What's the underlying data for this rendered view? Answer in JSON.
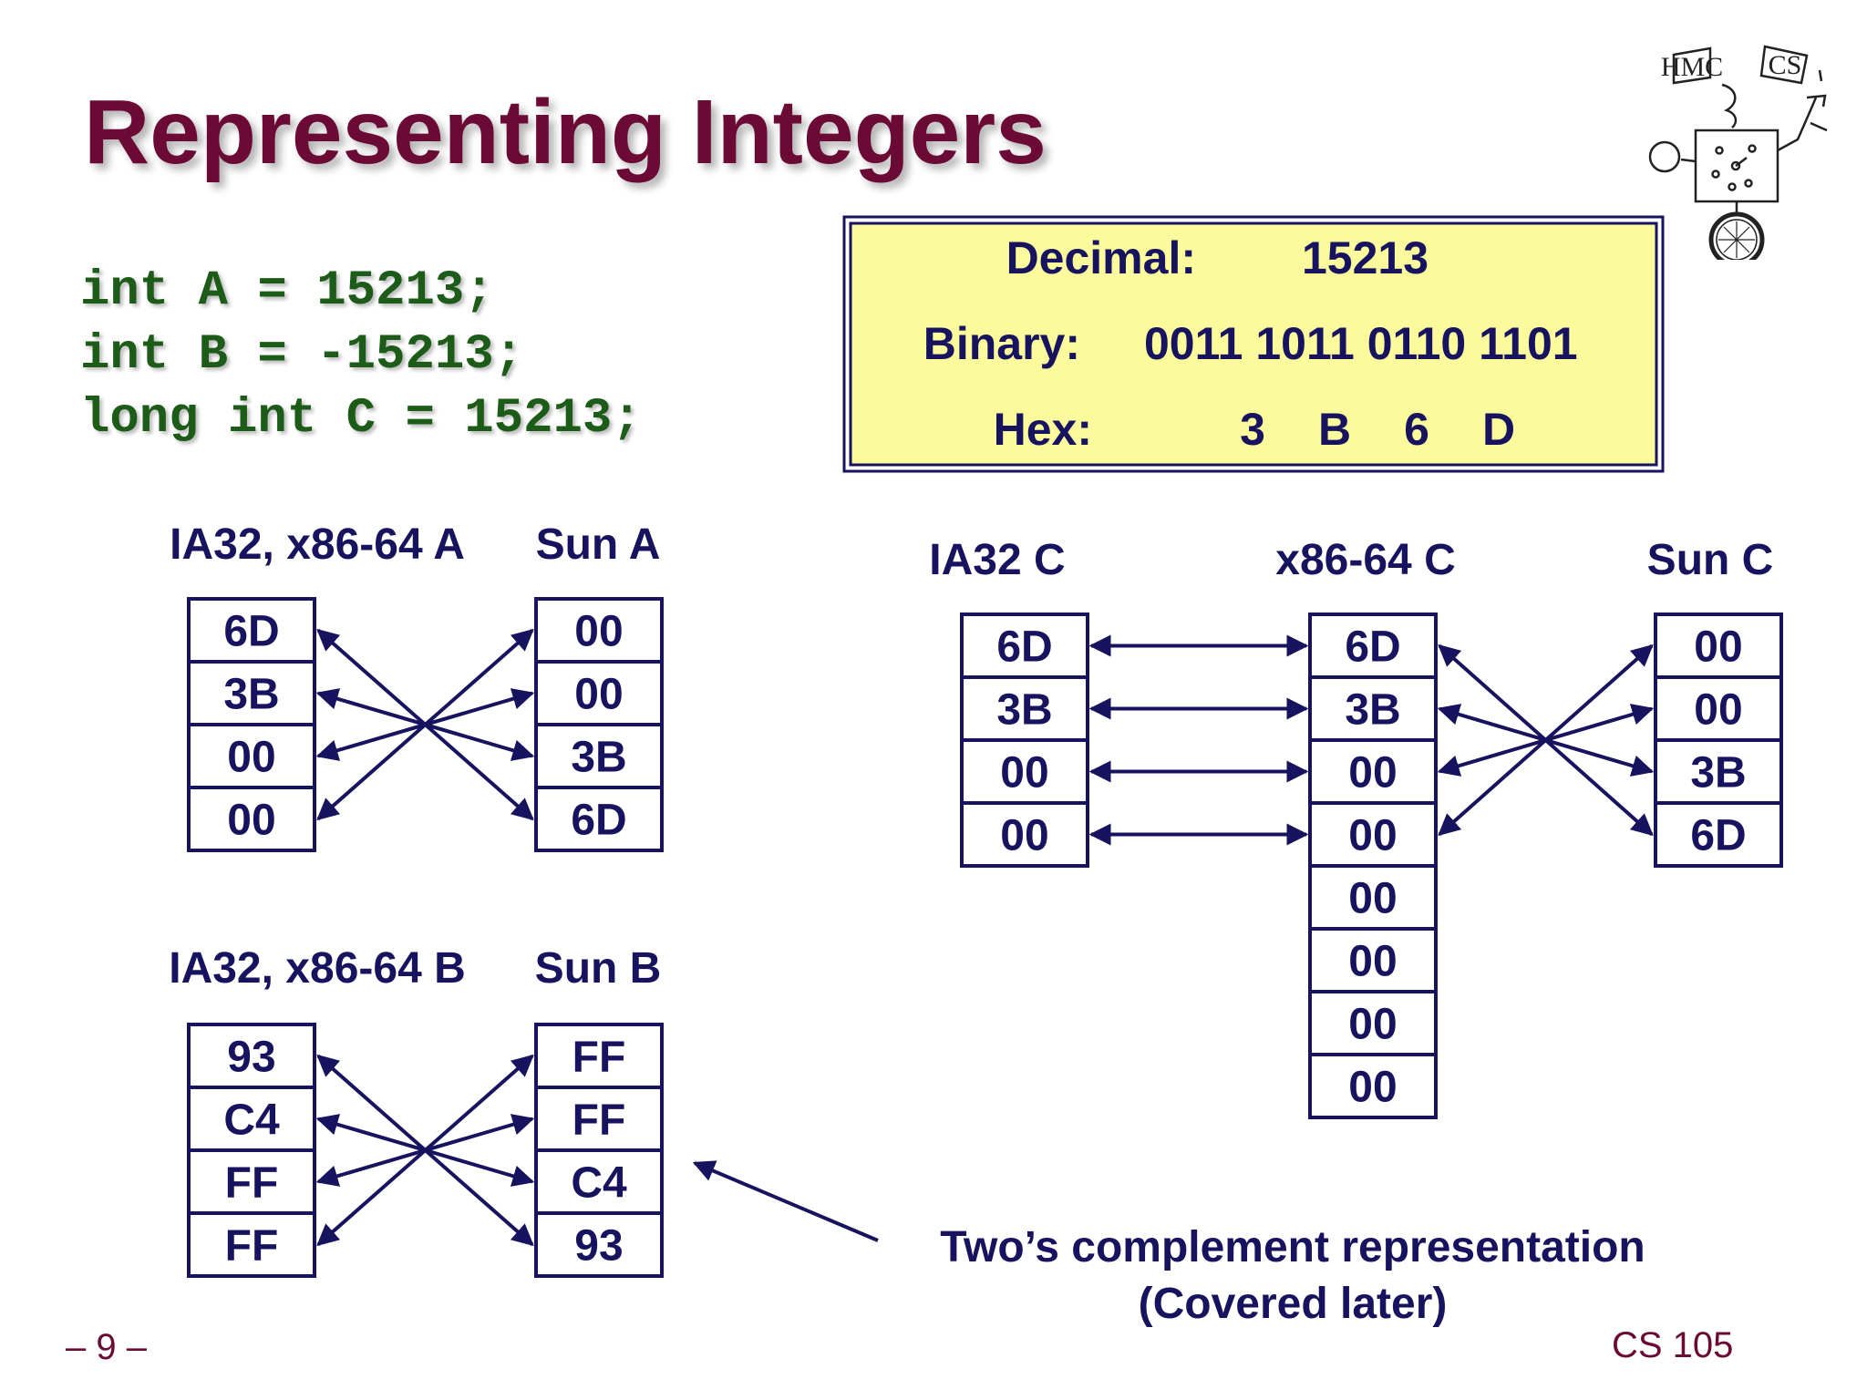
{
  "title": "Representing Integers",
  "code_lines": [
    "int A = 15213;",
    "int B = -15213;",
    "long int C = 15213;"
  ],
  "info_box": {
    "decimal_label": "Decimal:",
    "decimal_value": "15213",
    "binary_label": "Binary:",
    "binary_value": "0011 1011 0110 1101",
    "hex_label": "Hex:",
    "hex_digits": [
      "3",
      "B",
      "6",
      "D"
    ]
  },
  "memory_columns": {
    "ia32_a": {
      "label": "IA32, x86-64 A",
      "bytes": [
        "6D",
        "3B",
        "00",
        "00"
      ]
    },
    "sun_a": {
      "label": "Sun A",
      "bytes": [
        "00",
        "00",
        "3B",
        "6D"
      ]
    },
    "ia32_b": {
      "label": "IA32, x86-64 B",
      "bytes": [
        "93",
        "C4",
        "FF",
        "FF"
      ]
    },
    "sun_b": {
      "label": "Sun B",
      "bytes": [
        "FF",
        "FF",
        "C4",
        "93"
      ]
    },
    "ia32_c": {
      "label": "IA32 C",
      "bytes": [
        "6D",
        "3B",
        "00",
        "00"
      ]
    },
    "x86_64_c": {
      "label": "x86-64 C",
      "bytes": [
        "6D",
        "3B",
        "00",
        "00",
        "00",
        "00",
        "00",
        "00"
      ]
    },
    "sun_c": {
      "label": "Sun C",
      "bytes": [
        "00",
        "00",
        "3B",
        "6D"
      ]
    }
  },
  "annotation": [
    "Two’s complement representation",
    "(Covered later)"
  ],
  "logo": {
    "text_left": "HMC",
    "text_right": "CS"
  },
  "footer": {
    "page": "– 9 –",
    "course": "CS 105"
  },
  "colors": {
    "title": "#6b0b35",
    "code": "#1d5b18",
    "diagram": "#17135f",
    "box_fill": "#fbfa9c"
  }
}
